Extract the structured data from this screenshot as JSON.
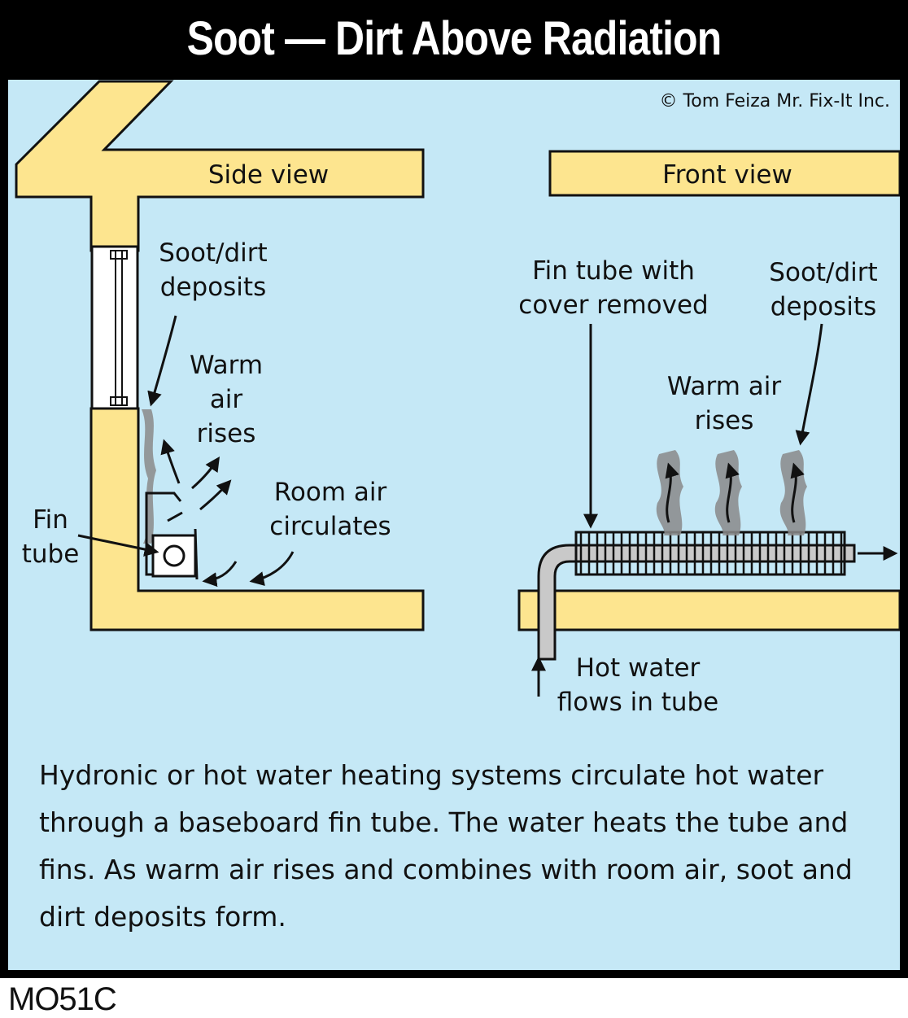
{
  "title": "Soot — Dirt Above Radiation",
  "copyright": "© Tom Feiza Mr. Fix-It Inc.",
  "labels": {
    "side_view": "Side view",
    "front_view": "Front view",
    "side_soot": "Soot/dirt\ndeposits",
    "side_warm": "Warm\nair\nrises",
    "fin_tube": "Fin\ntube",
    "room_air": "Room air\ncirculates",
    "fin_tube_cover": "Fin tube with\ncover removed",
    "front_soot": "Soot/dirt\ndeposits",
    "front_warm": "Warm air\nrises",
    "hot_water": "Hot water\nflows in tube"
  },
  "caption": "Hydronic or hot water heating systems circulate hot water through a baseboard fin tube.  The water heats the tube and fins.  As warm air rises and combines with room air, soot and dirt deposits form.",
  "code": "MO51C",
  "colors": {
    "wood": "#fde58f",
    "background": "#c5e8f6",
    "soot": "#8a8a8a",
    "frame": "#000000"
  }
}
